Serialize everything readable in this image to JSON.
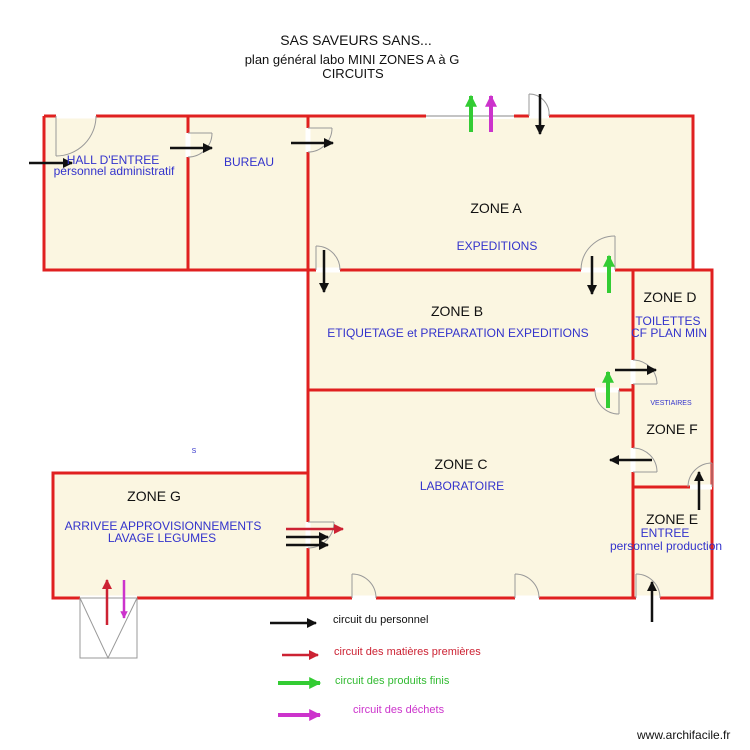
{
  "header": {
    "title": "SAS SAVEURS SANS...",
    "subtitle": "plan général labo MINI  ZONES A à G",
    "subtitle2": "CIRCUITS"
  },
  "rooms": {
    "hall": {
      "label1": "HALL D'ENTREE",
      "label2": "personnel administratif"
    },
    "bureau": {
      "label": "BUREAU"
    },
    "zone_a": {
      "name": "ZONE A",
      "label": "EXPEDITIONS"
    },
    "zone_b": {
      "name": "ZONE B",
      "label": "ETIQUETAGE et PREPARATION EXPEDITIONS"
    },
    "zone_c": {
      "name": "ZONE C",
      "label": "LABORATOIRE"
    },
    "zone_d": {
      "name": "ZONE D",
      "label1": "TOILETTES",
      "label2": "CF PLAN MIN"
    },
    "vestiaires": {
      "label": "VESTIAIRES"
    },
    "zone_f": {
      "name": "ZONE F"
    },
    "zone_e": {
      "name": "ZONE E",
      "label1": "ENTREE",
      "label2": "personnel production"
    },
    "zone_g": {
      "name": "ZONE G",
      "label1": "ARRIVEE APPROVISIONNEMENTS",
      "label2": "LAVAGE LEGUMES"
    }
  },
  "stray_mark": "S",
  "legend": [
    {
      "key": "personnel",
      "label": "circuit du personnel",
      "color": "#111111"
    },
    {
      "key": "matieres",
      "label": "circuit des matières premières",
      "color": "#cc2233"
    },
    {
      "key": "produits",
      "label": "circuit des produits finis",
      "color": "#33cc33"
    },
    {
      "key": "dechets",
      "label": "circuit des déchets",
      "color": "#cc33cc"
    }
  ],
  "colors": {
    "wall": "#e02020",
    "floor": "#fbf6e1",
    "personnel": "#111111",
    "matieres": "#cc2233",
    "produits": "#33cc33",
    "dechets": "#cc33cc"
  },
  "credit": "www.archifacile.fr"
}
